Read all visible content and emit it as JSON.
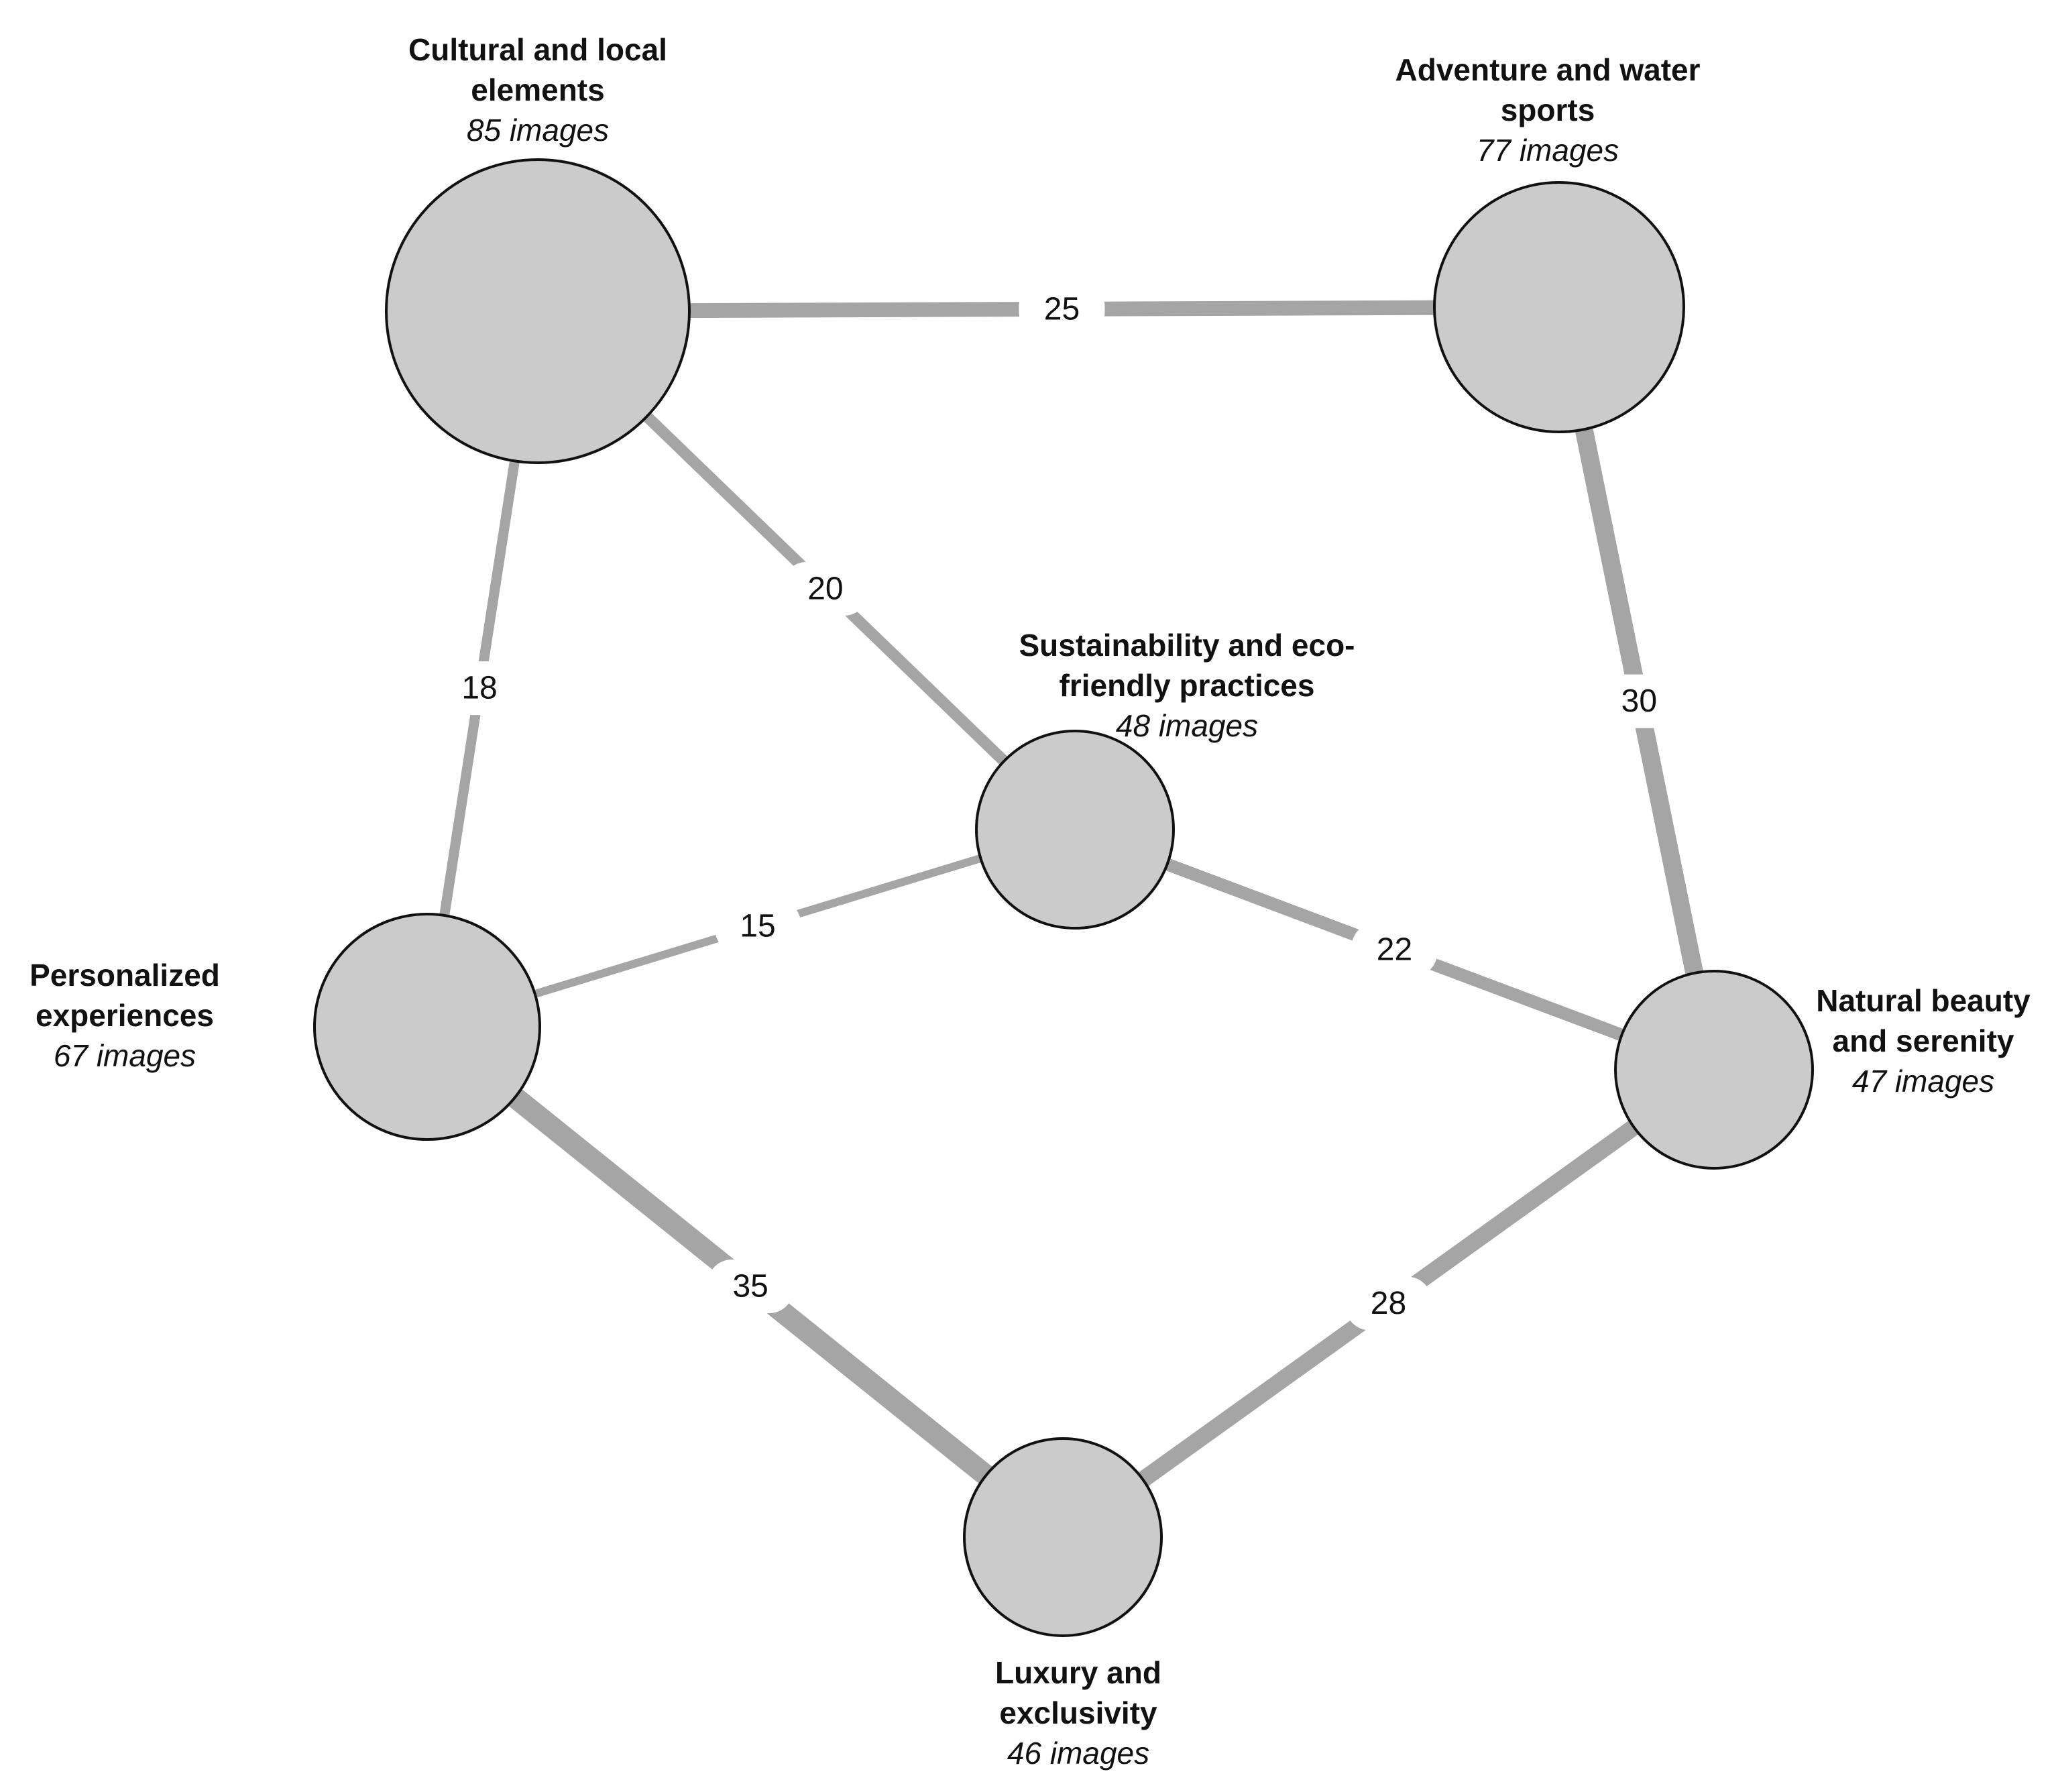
{
  "diagram": {
    "nodes": [
      {
        "id": "cultural",
        "name_lines": [
          "Cultural and local",
          "elements"
        ],
        "count_label": "85 images",
        "images": 85
      },
      {
        "id": "adventure",
        "name_lines": [
          "Adventure and water",
          "sports"
        ],
        "count_label": "77 images",
        "images": 77
      },
      {
        "id": "sustainability",
        "name_lines": [
          "Sustainability and eco-",
          "friendly practices"
        ],
        "count_label": "48 images",
        "images": 48
      },
      {
        "id": "personalized",
        "name_lines": [
          "Personalized",
          "experiences"
        ],
        "count_label": "67 images",
        "images": 67
      },
      {
        "id": "natural",
        "name_lines": [
          "Natural beauty",
          "and serenity"
        ],
        "count_label": "47 images",
        "images": 47
      },
      {
        "id": "luxury",
        "name_lines": [
          "Luxury and",
          "exclusivity"
        ],
        "count_label": "46 images",
        "images": 46
      }
    ],
    "edges": [
      {
        "source": "cultural",
        "target": "adventure",
        "weight": 25,
        "label": "25"
      },
      {
        "source": "cultural",
        "target": "sustainability",
        "weight": 20,
        "label": "20"
      },
      {
        "source": "cultural",
        "target": "personalized",
        "weight": 18,
        "label": "18"
      },
      {
        "source": "adventure",
        "target": "natural",
        "weight": 30,
        "label": "30"
      },
      {
        "source": "sustainability",
        "target": "personalized",
        "weight": 15,
        "label": "15"
      },
      {
        "source": "sustainability",
        "target": "natural",
        "weight": 22,
        "label": "22"
      },
      {
        "source": "personalized",
        "target": "luxury",
        "weight": 35,
        "label": "35"
      },
      {
        "source": "natural",
        "target": "luxury",
        "weight": 28,
        "label": "28"
      }
    ],
    "colors": {
      "node_fill": "#cbcbcb",
      "node_stroke": "#111111",
      "edge": "#a5a5a5",
      "text": "#111111"
    }
  }
}
